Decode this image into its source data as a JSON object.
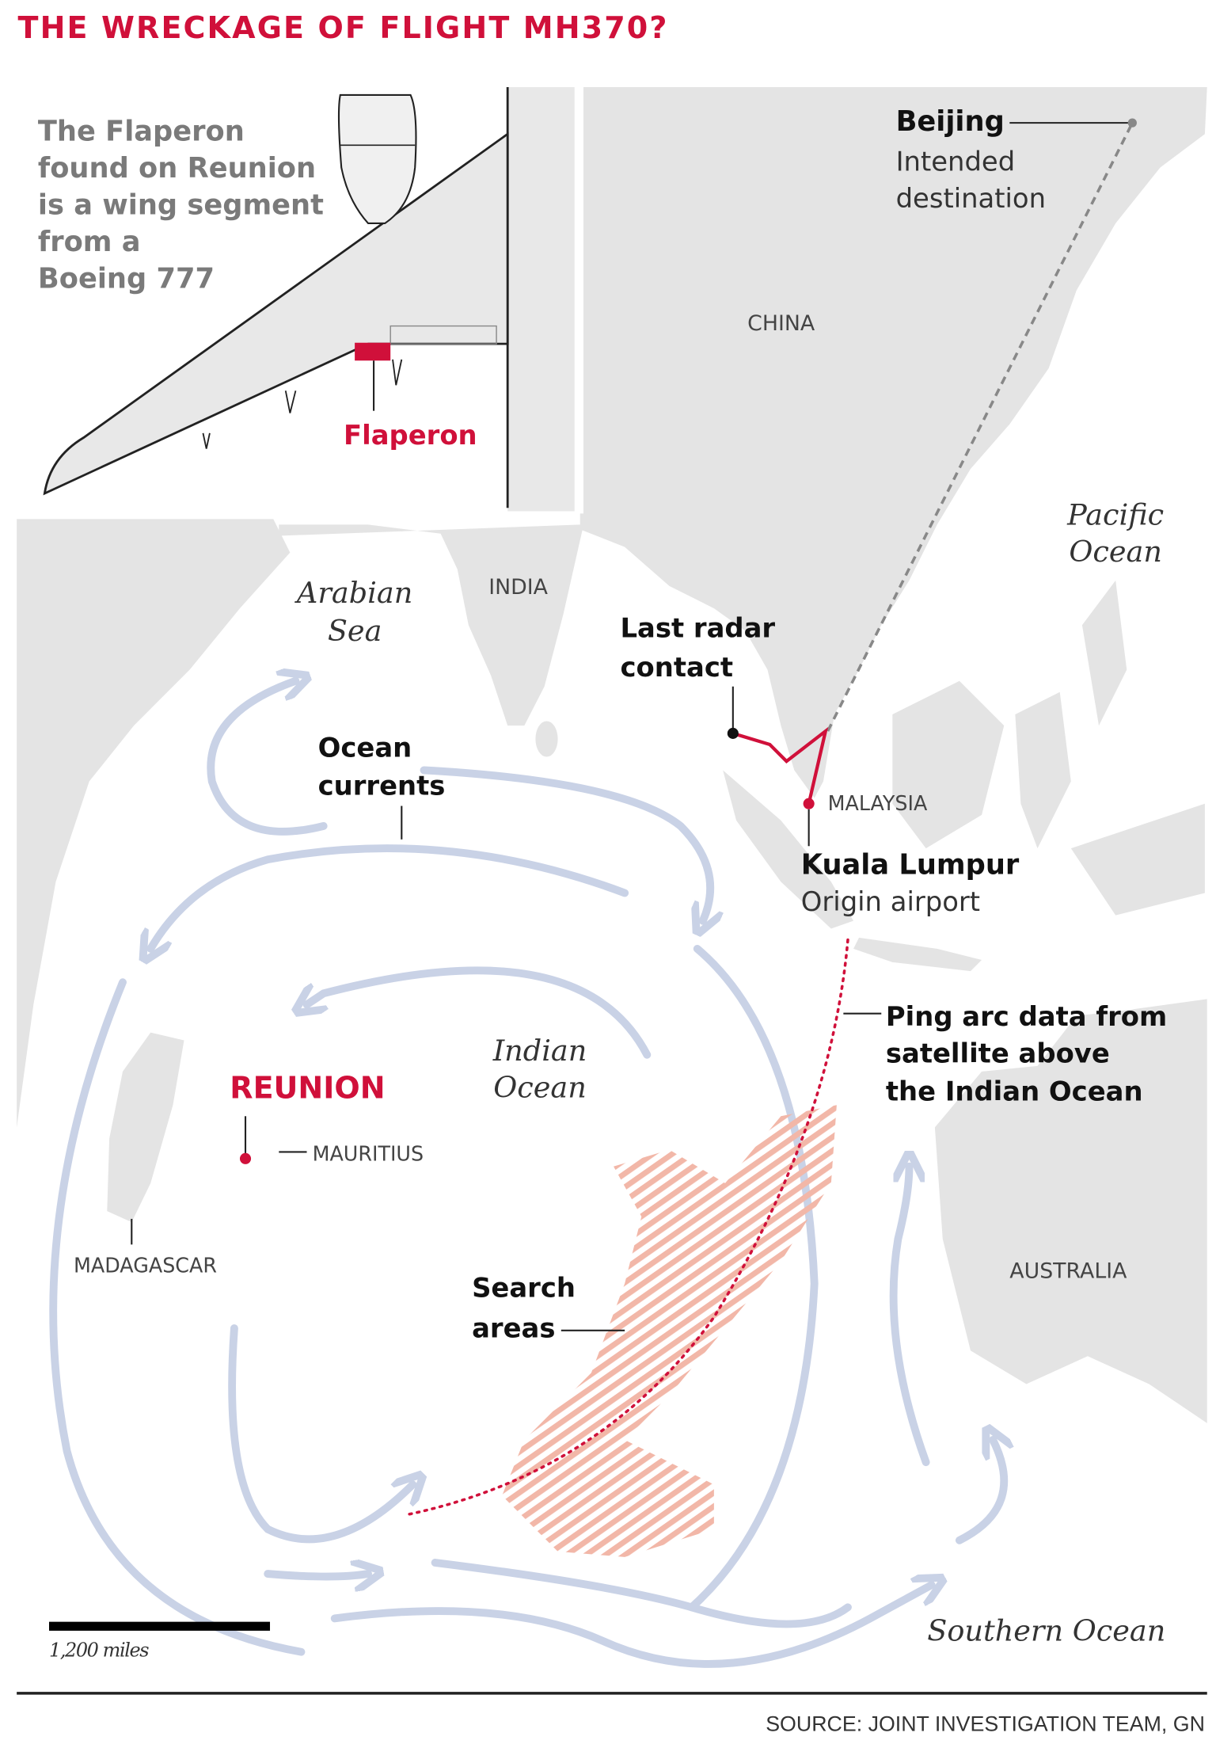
{
  "title": "THE WRECKAGE OF FLIGHT MH370?",
  "inset": {
    "lines": [
      "The Flaperon",
      "found on Reunion",
      "is a wing segment",
      "from a",
      "Boeing 777"
    ],
    "flaperon_label": "Flaperon"
  },
  "places": {
    "beijing": "Beijing",
    "beijing_sub": [
      "Intended",
      "destination"
    ],
    "china": "CHINA",
    "india": "INDIA",
    "malaysia": "MALAYSIA",
    "kuala_lumpur": "Kuala Lumpur",
    "kuala_lumpur_sub": "Origin airport",
    "reunion": "REUNION",
    "mauritius": "MAURITIUS",
    "madagascar": "MADAGASCAR",
    "australia": "AUSTRALIA"
  },
  "seas": {
    "arabian": [
      "Arabian",
      "Sea"
    ],
    "indian": [
      "Indian",
      "Ocean"
    ],
    "pacific": [
      "Pacific",
      "Ocean"
    ],
    "southern": "Southern Ocean"
  },
  "annotations": {
    "last_radar": [
      "Last radar",
      "contact"
    ],
    "currents": [
      "Ocean",
      "currents"
    ],
    "ping_arc": [
      "Ping arc data from",
      "satellite above",
      "the Indian Ocean"
    ],
    "search": [
      "Search",
      "areas"
    ]
  },
  "scale": {
    "label": "1,200 miles"
  },
  "source": "SOURCE: JOINT INVESTIGATION TEAM, GN",
  "colors": {
    "accent": "#d0103a",
    "land": "#e4e4e4",
    "current": "#c9d2e6",
    "search": "#f2b7a8"
  }
}
